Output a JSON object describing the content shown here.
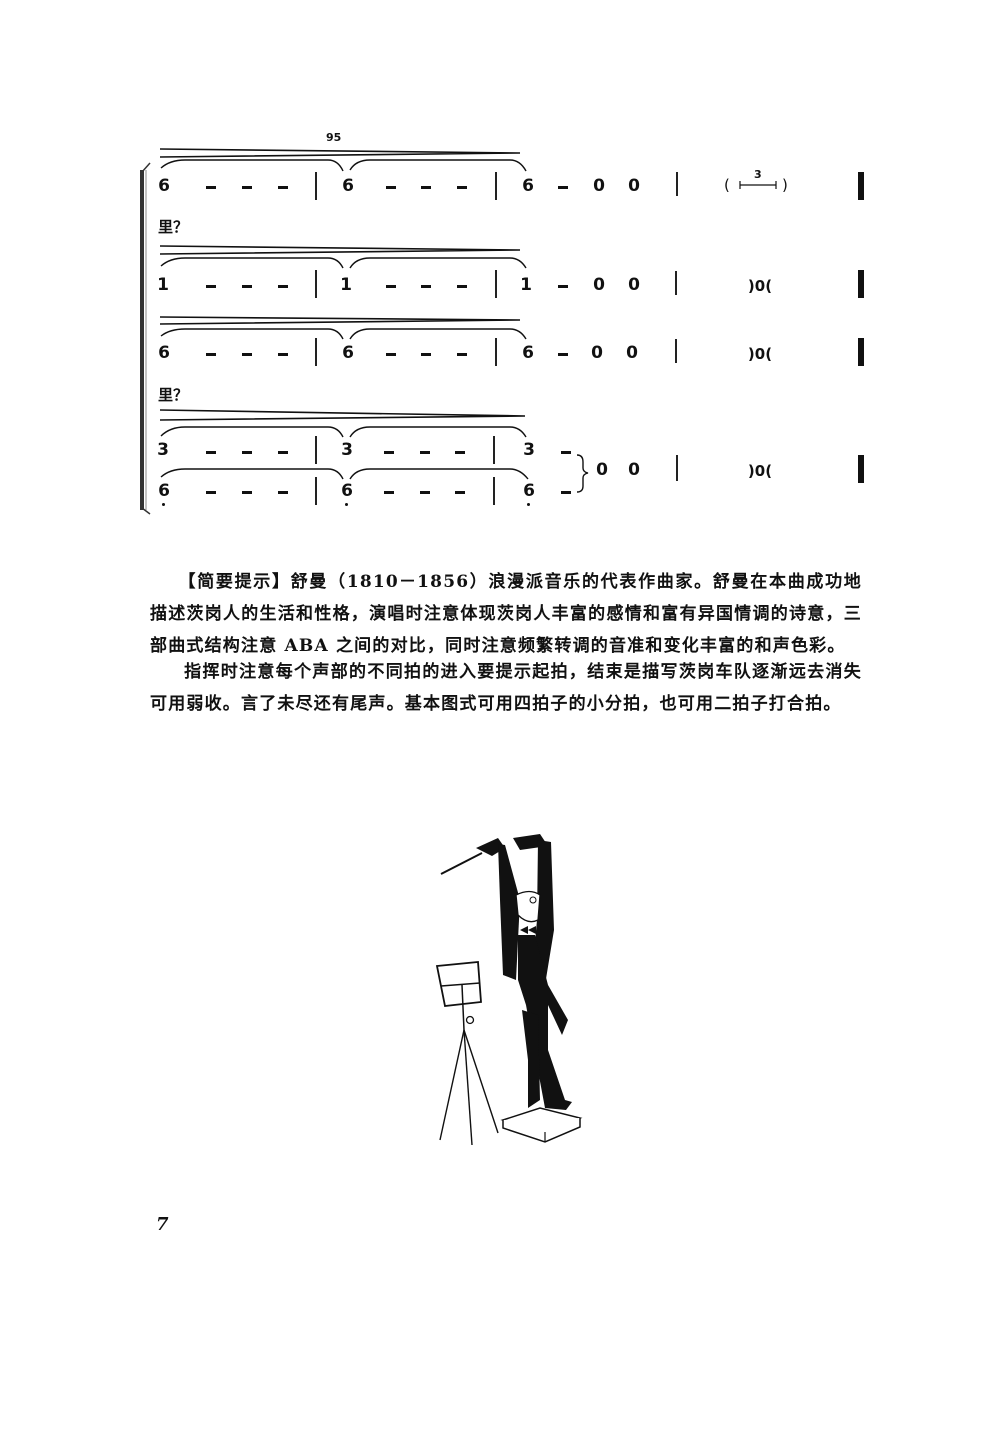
{
  "score": {
    "measure_number": "95",
    "lyric_line": "里？",
    "staves": [
      {
        "name": "staff-1",
        "notes": [
          "6",
          "6",
          "6"
        ],
        "tail": [
          "0",
          "0"
        ],
        "rest_section": "(  )",
        "tuplet": "3",
        "lowered": false
      },
      {
        "name": "staff-2",
        "notes": [
          "1",
          "1",
          "1"
        ],
        "tail": [
          "0",
          "0"
        ],
        "rest_section": ")0(",
        "lowered": false
      },
      {
        "name": "staff-3",
        "notes": [
          "6",
          "6",
          "6"
        ],
        "tail": [
          "0",
          "0"
        ],
        "rest_section": ")0(",
        "lowered": false
      },
      {
        "name": "staff-4a",
        "notes": [
          "3",
          "3",
          "3"
        ],
        "tail": [],
        "rest_section": "",
        "lowered": false
      },
      {
        "name": "staff-4b",
        "notes": [
          "6",
          "6",
          "6"
        ],
        "tail": [
          "0",
          "0"
        ],
        "rest_section": ")0(",
        "lowered": true
      }
    ],
    "dash": "–"
  },
  "text": {
    "paragraph1_heading": "【简要提示】",
    "paragraph1": "舒曼（1810－1856）浪漫派音乐的代表作曲家。舒曼在本曲成功地描述茨岗人的生活和性格，演唱时注意体现茨岗人丰富的感情和富有异国情调的诗意，三部曲式结构注意 ABA 之间的对比，同时注意频繁转调的音准和变化丰富的和声色彩。",
    "paragraph2": "指挥时注意每个声部的不同拍的进入要提示起拍，结束是描写茨岗车队逐渐远去消失可用弱收。言了未尽还有尾声。基本图式可用四拍子的小分拍，也可用二拍子打合拍。"
  },
  "illustration": {
    "description": "conductor-cartoon-with-music-stand"
  },
  "page_number": "7"
}
